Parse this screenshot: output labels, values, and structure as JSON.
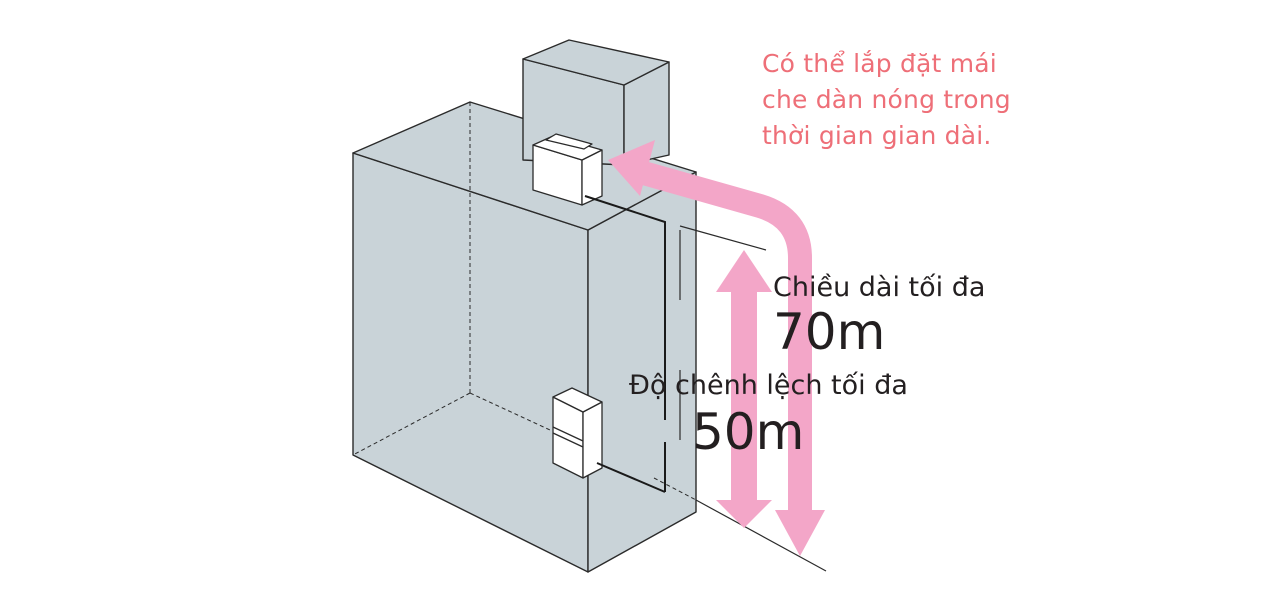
{
  "diagram": {
    "note": {
      "lines": [
        "Có thể lắp đặt mái",
        "che dàn nóng trong",
        "thời gian gian dài."
      ],
      "color": "#ee6f78"
    },
    "max_length": {
      "label": "Chiều dài tối đa",
      "value": "70m"
    },
    "max_height_difference": {
      "label": "Độ chênh lệch tối đa",
      "value": "50m"
    },
    "colors": {
      "building_fill": "#c9d3d8",
      "outline": "#2b2b2b",
      "arrow": "#f3a6c8",
      "text": "#231f20"
    },
    "elements": {
      "building": "building",
      "rooftop_enclosure": "rooftop-enclosure",
      "outdoor_unit": "outdoor-unit",
      "indoor_unit": "indoor-unit",
      "refrigerant_pipe": "refrigerant-pipe",
      "length_arrow": "length-arrow",
      "height_arrow": "height-difference-arrow"
    }
  }
}
